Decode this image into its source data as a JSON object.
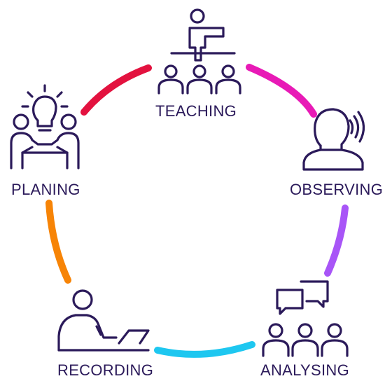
{
  "stages": [
    {
      "label": "TEACHING",
      "icon": "teacher-with-audience-icon"
    },
    {
      "label": "OBSERVING",
      "icon": "person-speaking-icon"
    },
    {
      "label": "ANALYSING",
      "icon": "group-discussion-icon"
    },
    {
      "label": "RECORDING",
      "icon": "person-writing-icon"
    },
    {
      "label": "PLANING",
      "icon": "group-idea-lightbulb-icon"
    }
  ],
  "connector_colors": {
    "teaching_to_observing": "#e81ab6",
    "observing_to_analysing": "#a855f7",
    "analysing_to_recording": "#1ec7f0",
    "recording_to_planing": "#f78406",
    "planing_to_teaching": "#e3123f"
  },
  "icon_color": "#2b1a5a"
}
